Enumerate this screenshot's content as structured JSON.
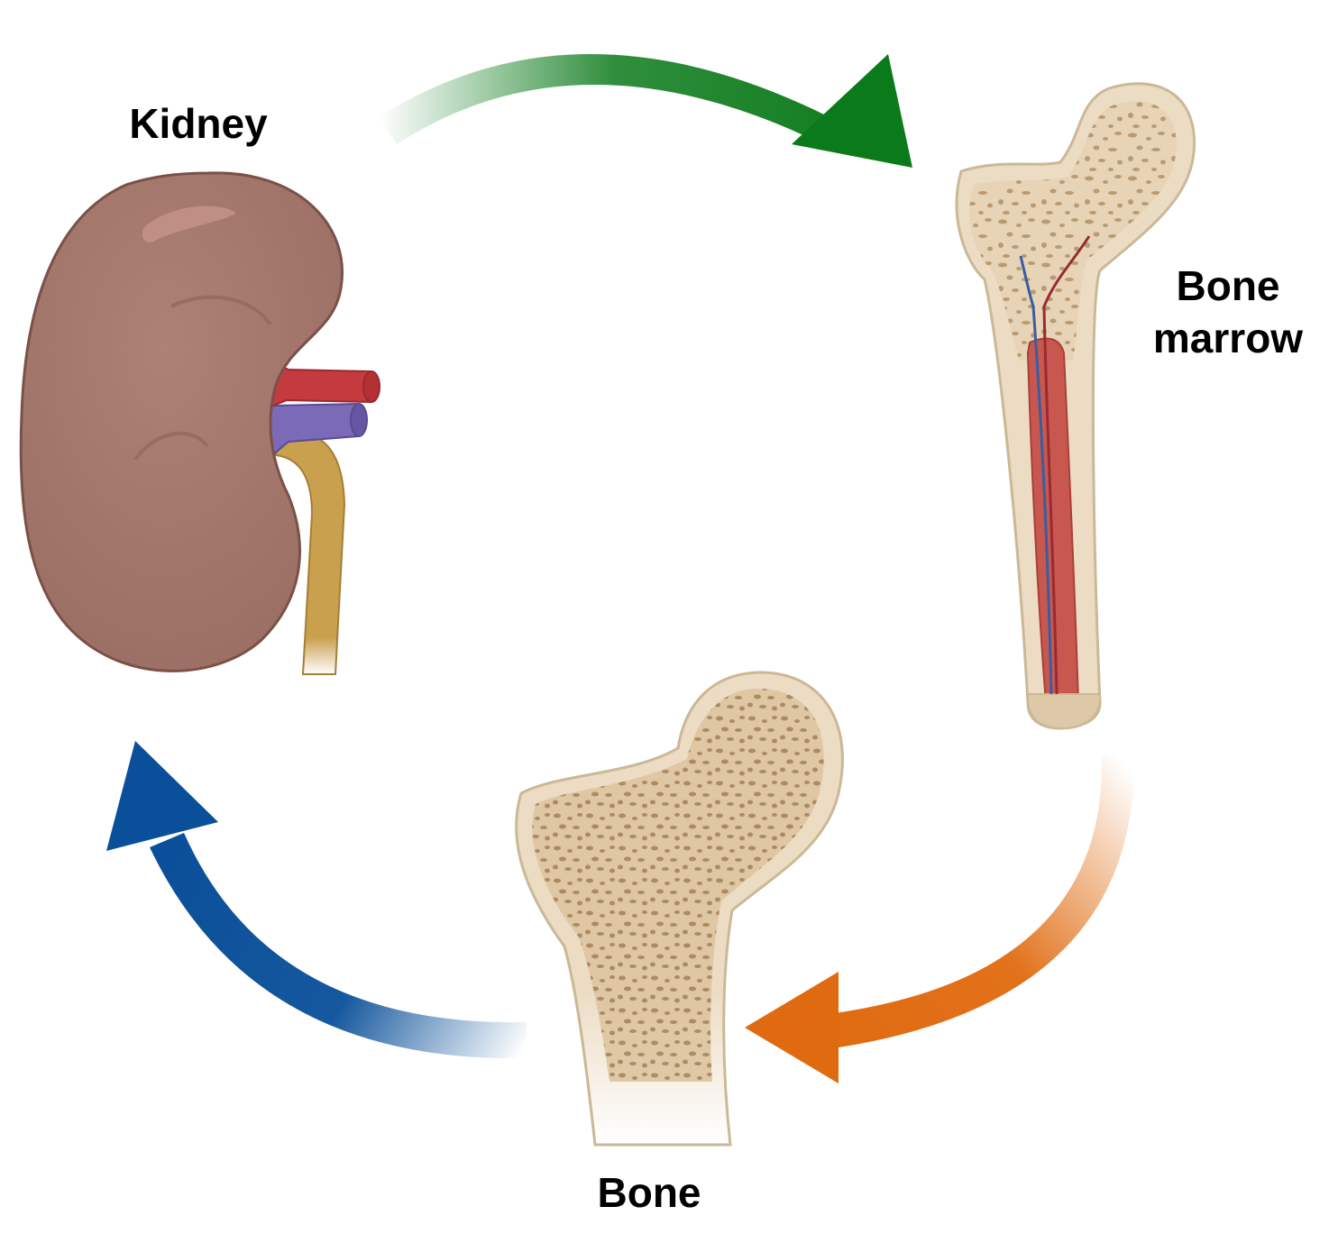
{
  "labels": {
    "kidney": "Kidney",
    "bone_marrow_line1": "Bone",
    "bone_marrow_line2": "marrow",
    "bone": "Bone"
  },
  "colors": {
    "arrow_green": "#0b7a1a",
    "arrow_orange": "#e06a0f",
    "arrow_blue": "#0a4f99",
    "kidney": "#a5796e",
    "kidney_outline": "#7a5148",
    "artery": "#c43a3f",
    "vein": "#7a6ab8",
    "ureter": "#c9a04e",
    "bone": "#ecdcc4",
    "bone_outline": "#cbb896",
    "trabecular": "#b99a72",
    "marrow": "#c8584f"
  },
  "icons": {
    "kidney": "kidney-icon",
    "bone_marrow": "femur-bone-marrow-icon",
    "bone": "femur-bone-icon"
  }
}
